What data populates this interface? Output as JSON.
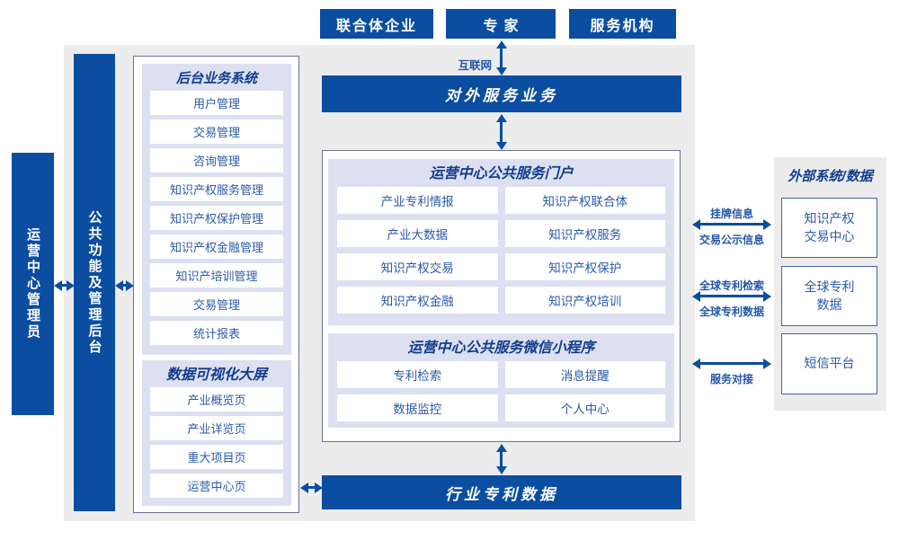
{
  "colors": {
    "primary_blue": "#0b4da1",
    "panel_gray": "#ececec",
    "lavender": "#dce0f0",
    "frame_border": "#6e7194",
    "header_navy": "#123c8d",
    "item_blue": "#2b5aa9"
  },
  "top_actors": [
    "联合体企业",
    "专家",
    "服务机构"
  ],
  "internet_label": "互联网",
  "external_service_bar": "对外服务业务",
  "industry_data_bar": "行业专利数据",
  "admin_bar": "运营中心管理员",
  "common_functions_bar": "公共功能及管理后台",
  "backend_panel": {
    "title": "后台业务系统",
    "items": [
      "用户管理",
      "交易管理",
      "咨询管理",
      "知识产权服务管理",
      "知识产权保护管理",
      "知识产权金融管理",
      "知识产培训管理",
      "交易管理",
      "统计报表"
    ]
  },
  "dataviz_panel": {
    "title": "数据可视化大屏",
    "items": [
      "产业概览页",
      "产业详览页",
      "重大项目页",
      "运营中心页"
    ]
  },
  "portal_panel": {
    "title": "运营中心公共服务门户",
    "items": [
      "产业专利情报",
      "知识产权联合体",
      "产业大数据",
      "知识产权服务",
      "知识产权交易",
      "知识产权保护",
      "知识产权金融",
      "知识产权培训"
    ]
  },
  "miniprogram_panel": {
    "title": "运营中心公共服务微信小程序",
    "items": [
      "专利检索",
      "消息提醒",
      "数据监控",
      "个人中心"
    ]
  },
  "external_panel": {
    "title": "外部系统/数据",
    "boxes": [
      {
        "line1": "知识产权",
        "line2": "交易中心"
      },
      {
        "line1": "全球专利",
        "line2": "数据"
      },
      {
        "line1": "短信平台",
        "line2": ""
      }
    ]
  },
  "link_labels": {
    "listing_info": "挂牌信息",
    "trade_publicity_info": "交易公示信息",
    "global_patent_search": "全球专利检索",
    "global_patent_data": "全球专利数据",
    "service_connection": "服务对接"
  }
}
